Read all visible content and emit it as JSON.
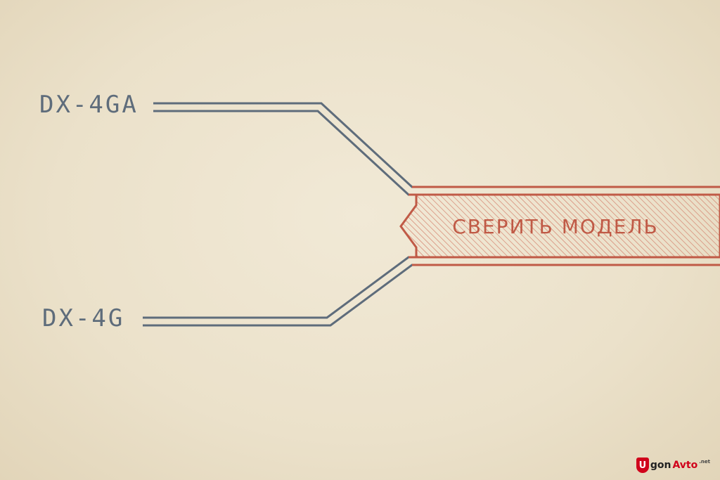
{
  "models": {
    "top": "DX-4GA",
    "bottom": "DX-4G"
  },
  "action": {
    "label": "СВЕРИТЬ МОДЕЛЬ"
  },
  "logo": {
    "letter": "U",
    "part1": "gon",
    "part2": "Avto",
    "suffix": ".net"
  },
  "colors": {
    "background": "#ede4cf",
    "line_blue": "#5e6c7b",
    "accent_red": "#c05a46"
  }
}
